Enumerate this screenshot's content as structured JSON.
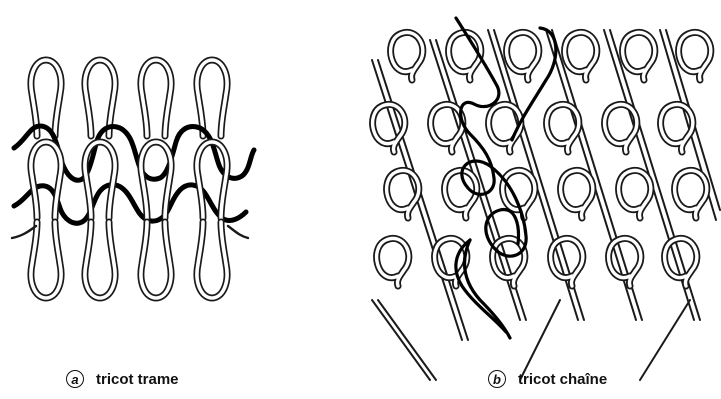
{
  "panels": [
    {
      "letter": "a",
      "label": "tricot trame"
    },
    {
      "letter": "b",
      "label": "tricot chaîne"
    }
  ],
  "colors": {
    "yarn_outline": "#1a1a1a",
    "yarn_fill": "#ffffff",
    "highlight": "#000000"
  }
}
